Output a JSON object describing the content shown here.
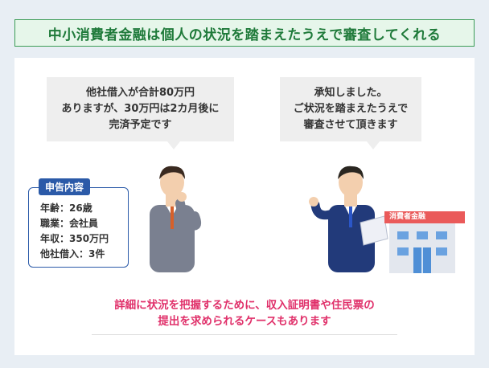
{
  "header": {
    "title": "中小消費者金融は個人の状況を踏まえたうえで審査してくれる"
  },
  "left_bubble": {
    "lines": [
      "他社借入が合計80万円",
      "ありますが、30万円は2カ月後に",
      "完済予定です"
    ]
  },
  "right_bubble": {
    "lines": [
      "承知しました。",
      "ご状況を踏まえたうえで",
      "審査させて頂きます"
    ]
  },
  "declaration": {
    "label": "申告内容",
    "items": [
      "年齢：26歳",
      "職業：会社員",
      "年収：350万円",
      "他社借入：3件"
    ]
  },
  "building": {
    "sign": "消費者金融"
  },
  "note": {
    "lines": [
      "詳細に状況を把握するために、収入証明書や住民票の",
      "提出を求められるケースもあります"
    ]
  },
  "colors": {
    "accent_green": "#1f7a3a",
    "brand_blue": "#2b5aa8",
    "note_pink": "#e0306a",
    "sign_red": "#ea5a5a"
  }
}
